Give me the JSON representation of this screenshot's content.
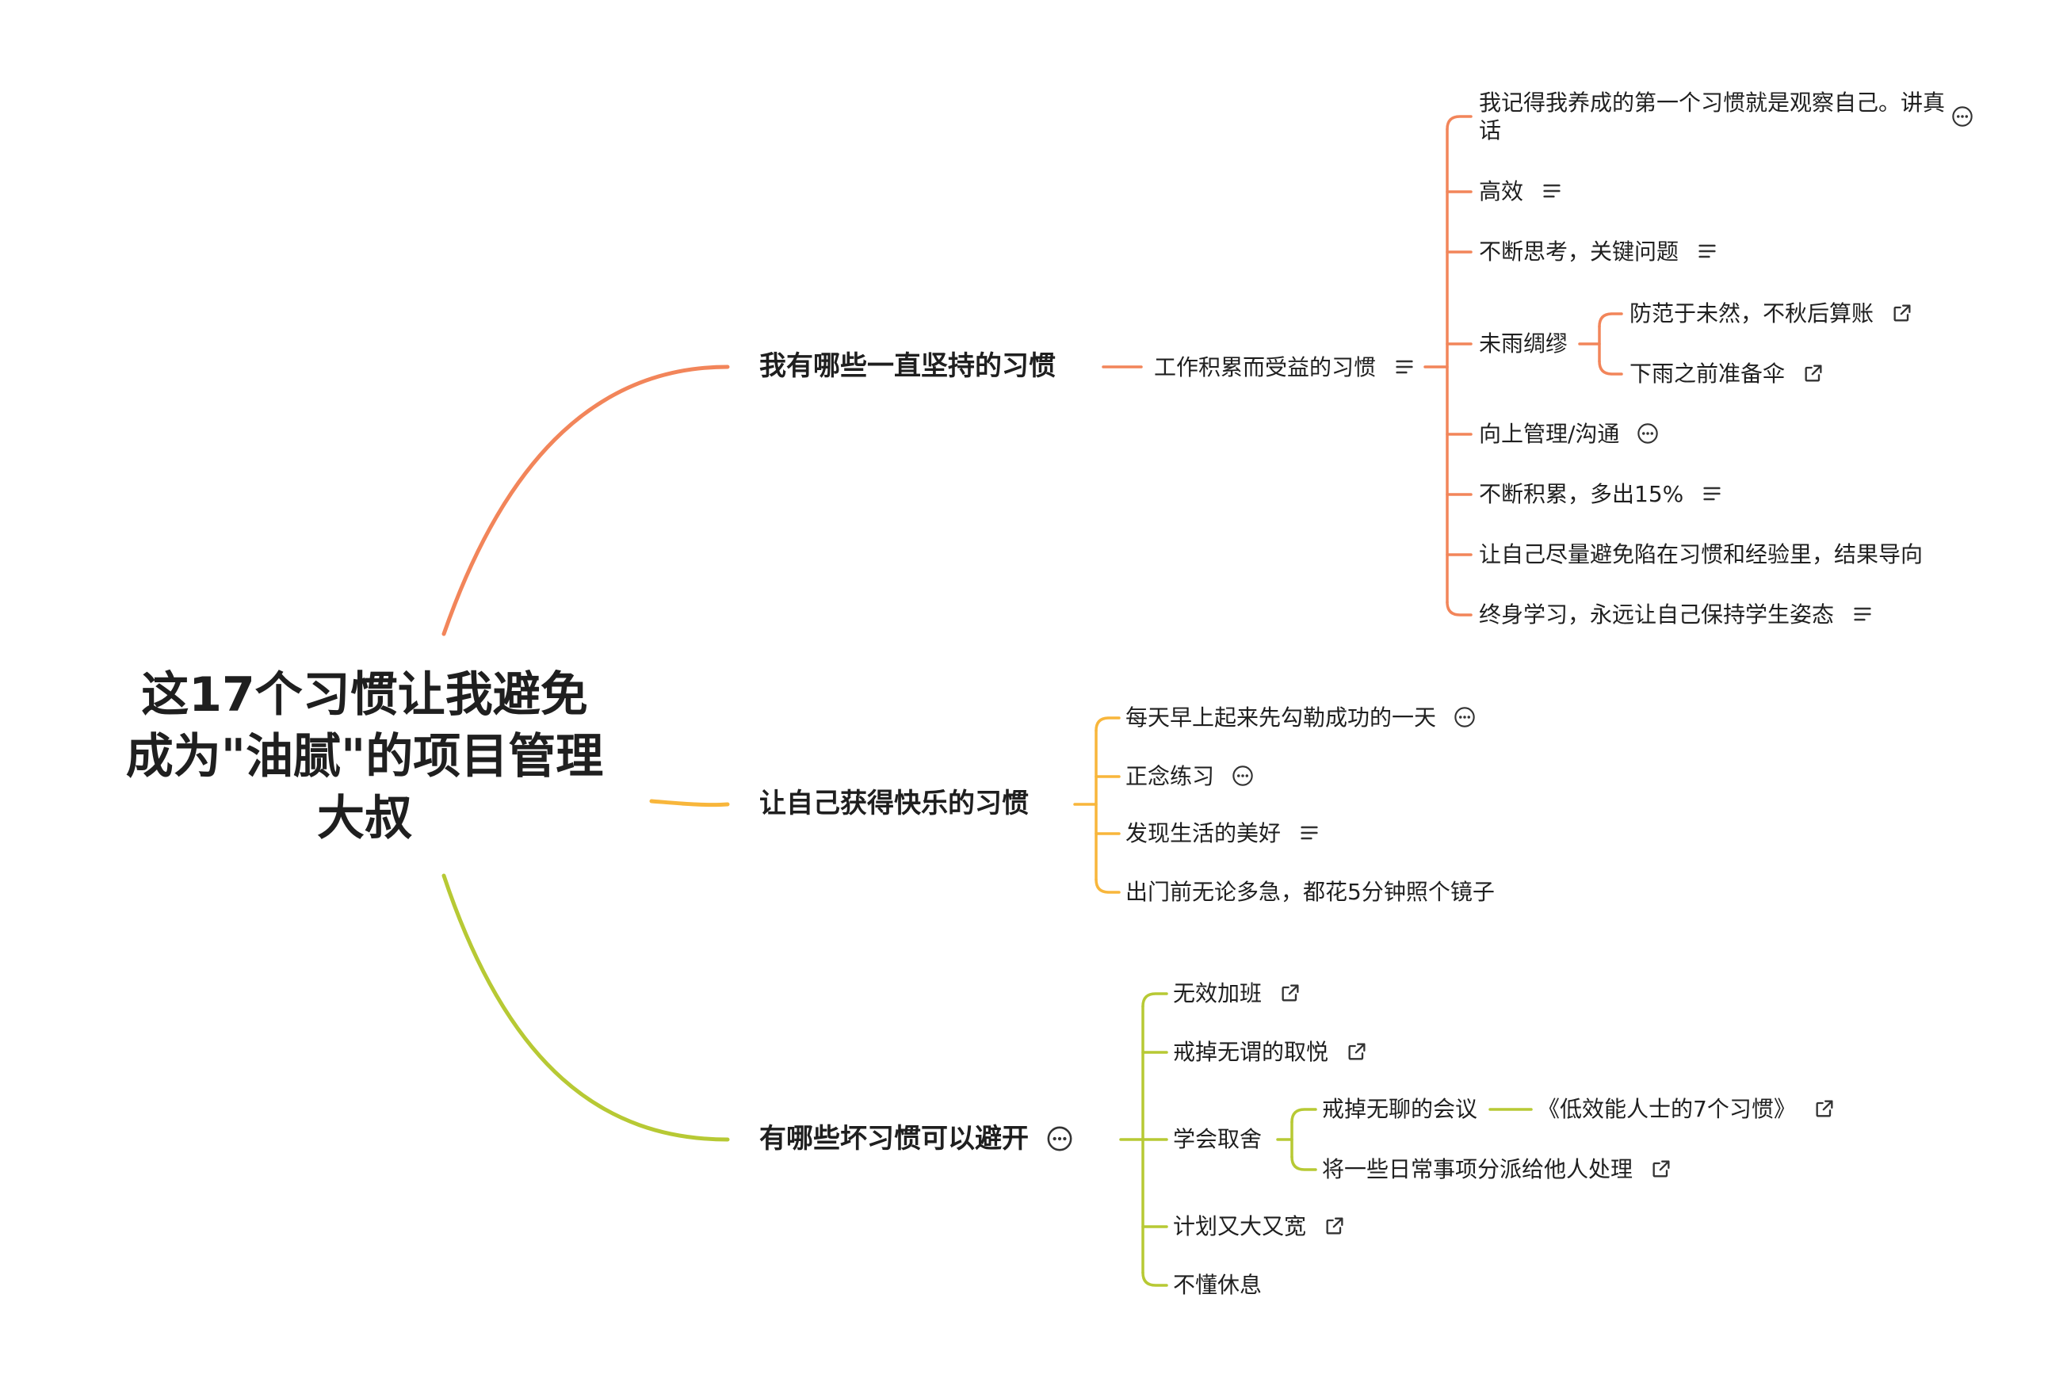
{
  "root": {
    "title": "这17个习惯让我避免成为\"油腻\"的项目管理大叔"
  },
  "colors": {
    "branch1": "#F2855A",
    "branch2": "#F8B63B",
    "branch3": "#B7C934",
    "text": "#1f1f1f"
  },
  "branch1": {
    "label": "我有哪些一直坚持的习惯",
    "child": {
      "label": "工作积累而受益的习惯",
      "icon": "notes-icon",
      "items": [
        {
          "label": "我记得我养成的第一个习惯就是观察自己。讲真话",
          "icon": "more-icon"
        },
        {
          "label": "高效",
          "icon": "notes-icon"
        },
        {
          "label": "不断思考，关键问题",
          "icon": "notes-icon"
        },
        {
          "label": "未雨绸缪",
          "children": [
            {
              "label": "防范于未然，不秋后算账",
              "icon": "external-link-icon"
            },
            {
              "label": "下雨之前准备伞",
              "icon": "external-link-icon"
            }
          ]
        },
        {
          "label": "向上管理/沟通",
          "icon": "more-icon"
        },
        {
          "label": "不断积累，多出15%",
          "icon": "notes-icon"
        },
        {
          "label": "让自己尽量避免陷在习惯和经验里，结果导向"
        },
        {
          "label": "终身学习，永远让自己保持学生姿态",
          "icon": "notes-icon"
        }
      ]
    }
  },
  "branch2": {
    "label": "让自己获得快乐的习惯",
    "items": [
      {
        "label": "每天早上起来先勾勒成功的一天",
        "icon": "more-icon"
      },
      {
        "label": "正念练习",
        "icon": "more-icon"
      },
      {
        "label": "发现生活的美好",
        "icon": "notes-icon"
      },
      {
        "label": "出门前无论多急，都花5分钟照个镜子"
      }
    ]
  },
  "branch3": {
    "label": "有哪些坏习惯可以避开",
    "icon": "more-icon",
    "items": [
      {
        "label": "无效加班",
        "icon": "external-link-icon"
      },
      {
        "label": "戒掉无谓的取悦",
        "icon": "external-link-icon"
      },
      {
        "label": "学会取舍",
        "children": [
          {
            "label": "戒掉无聊的会议",
            "child": {
              "label": "《低效能人士的7个习惯》",
              "icon": "external-link-icon"
            }
          },
          {
            "label": "将一些日常事项分派给他人处理",
            "icon": "external-link-icon"
          }
        ]
      },
      {
        "label": "计划又大又宽",
        "icon": "external-link-icon"
      },
      {
        "label": "不懂休息"
      }
    ]
  }
}
